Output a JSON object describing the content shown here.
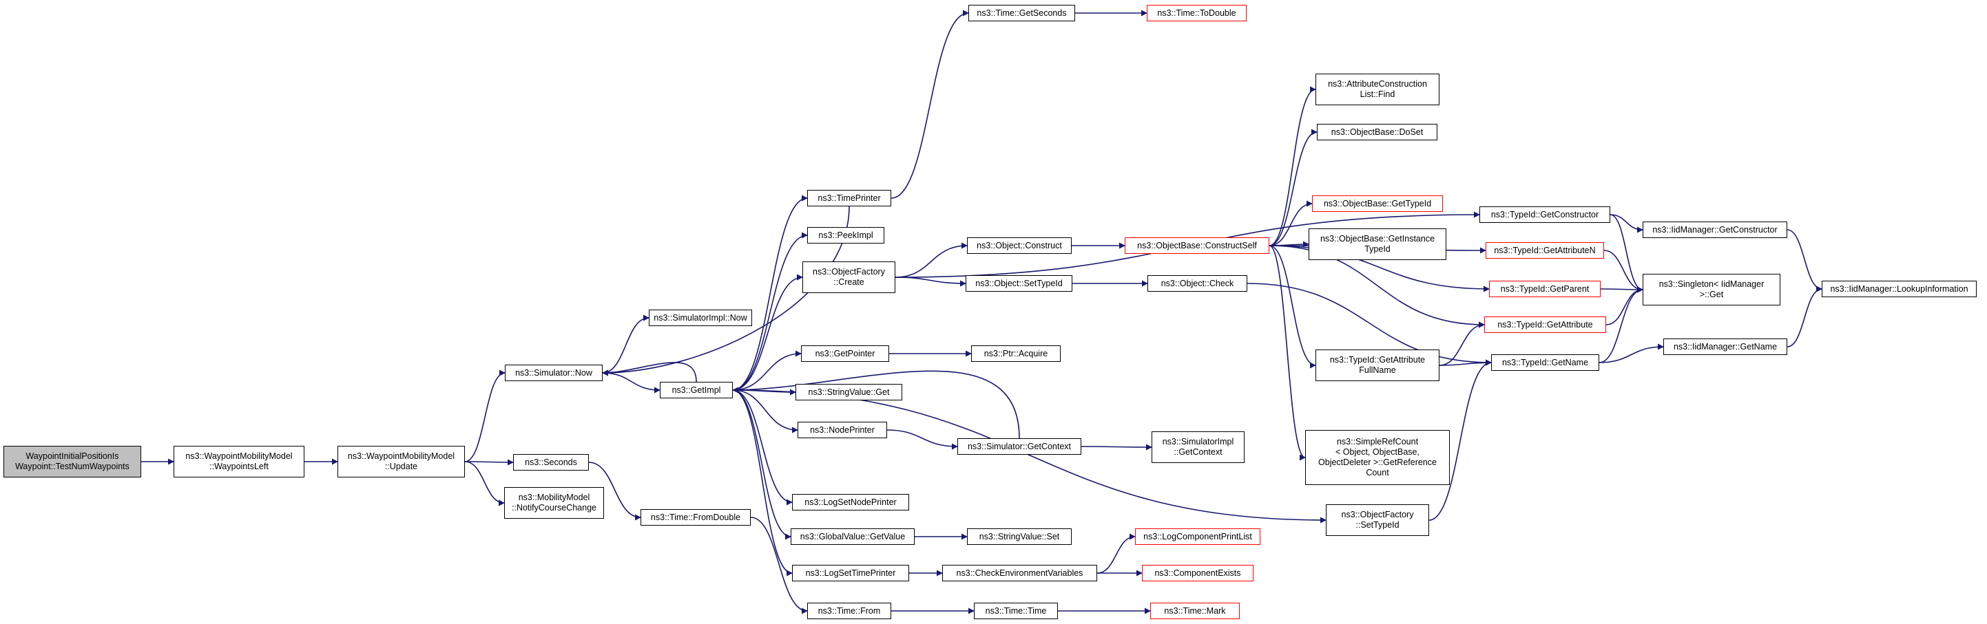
{
  "graph": {
    "nodes": [
      {
        "id": "root",
        "label": "WaypointInitialPositionIs\nWaypoint::TestNumWaypoints",
        "style": "root"
      },
      {
        "id": "wpLeft",
        "label": "ns3::WaypointMobilityModel\n::WaypointsLeft",
        "style": "normal"
      },
      {
        "id": "wpUpdate",
        "label": "ns3::WaypointMobilityModel\n::Update",
        "style": "normal"
      },
      {
        "id": "simNow",
        "label": "ns3::Simulator::Now",
        "style": "normal"
      },
      {
        "id": "seconds",
        "label": "ns3::Seconds",
        "style": "normal"
      },
      {
        "id": "notify",
        "label": "ns3::MobilityModel\n::NotifyCourseChange",
        "style": "normal"
      },
      {
        "id": "simImplNow",
        "label": "ns3::SimulatorImpl::Now",
        "style": "normal"
      },
      {
        "id": "getImpl",
        "label": "ns3::GetImpl",
        "style": "normal"
      },
      {
        "id": "fromDouble",
        "label": "ns3::Time::FromDouble",
        "style": "normal"
      },
      {
        "id": "timePrinter",
        "label": "ns3::TimePrinter",
        "style": "normal"
      },
      {
        "id": "peekImpl",
        "label": "ns3::PeekImpl",
        "style": "normal"
      },
      {
        "id": "ofCreate",
        "label": "ns3::ObjectFactory\n::Create",
        "style": "normal"
      },
      {
        "id": "getPointer",
        "label": "ns3::GetPointer",
        "style": "normal"
      },
      {
        "id": "strValGet",
        "label": "ns3::StringValue::Get",
        "style": "normal"
      },
      {
        "id": "nodePrinter",
        "label": "ns3::NodePrinter",
        "style": "normal"
      },
      {
        "id": "logSetNode",
        "label": "ns3::LogSetNodePrinter",
        "style": "normal"
      },
      {
        "id": "gvGetValue",
        "label": "ns3::GlobalValue::GetValue",
        "style": "normal"
      },
      {
        "id": "logSetTime",
        "label": "ns3::LogSetTimePrinter",
        "style": "normal"
      },
      {
        "id": "timeFrom",
        "label": "ns3::Time::From",
        "style": "normal"
      },
      {
        "id": "getSeconds",
        "label": "ns3::Time::GetSeconds",
        "style": "normal"
      },
      {
        "id": "toDouble",
        "label": "ns3::Time::ToDouble",
        "style": "red"
      },
      {
        "id": "objConstruct",
        "label": "ns3::Object::Construct",
        "style": "normal"
      },
      {
        "id": "objSetTypeId",
        "label": "ns3::Object::SetTypeId",
        "style": "normal"
      },
      {
        "id": "ptrAcquire",
        "label": "ns3::Ptr::Acquire",
        "style": "normal"
      },
      {
        "id": "simGetContext",
        "label": "ns3::Simulator::GetContext",
        "style": "normal"
      },
      {
        "id": "strValSet",
        "label": "ns3::StringValue::Set",
        "style": "normal"
      },
      {
        "id": "checkEnv",
        "label": "ns3::CheckEnvironmentVariables",
        "style": "normal"
      },
      {
        "id": "timeTime",
        "label": "ns3::Time::Time",
        "style": "normal"
      },
      {
        "id": "timeMark",
        "label": "ns3::Time::Mark",
        "style": "red"
      },
      {
        "id": "constructSelf",
        "label": "ns3::ObjectBase::ConstructSelf",
        "style": "red"
      },
      {
        "id": "objCheck",
        "label": "ns3::Object::Check",
        "style": "normal"
      },
      {
        "id": "simImplGetCtx",
        "label": "ns3::SimulatorImpl\n::GetContext",
        "style": "normal"
      },
      {
        "id": "logCompPrint",
        "label": "ns3::LogComponentPrintList",
        "style": "red"
      },
      {
        "id": "compExists",
        "label": "ns3::ComponentExists",
        "style": "red"
      },
      {
        "id": "attrFind",
        "label": "ns3::AttributeConstruction\nList::Find",
        "style": "normal"
      },
      {
        "id": "doSet",
        "label": "ns3::ObjectBase::DoSet",
        "style": "normal"
      },
      {
        "id": "obGetTypeId",
        "label": "ns3::ObjectBase::GetTypeId",
        "style": "red"
      },
      {
        "id": "obGetInstance",
        "label": "ns3::ObjectBase::GetInstance\nTypeId",
        "style": "normal"
      },
      {
        "id": "tidGetAttrFull",
        "label": "ns3::TypeId::GetAttribute\nFullName",
        "style": "normal"
      },
      {
        "id": "refCount",
        "label": "ns3::SimpleRefCount\n< Object, ObjectBase,\nObjectDeleter >::GetReference\nCount",
        "style": "normal"
      },
      {
        "id": "ofSetTypeId",
        "label": "ns3::ObjectFactory\n::SetTypeId",
        "style": "normal"
      },
      {
        "id": "tidGetCtor",
        "label": "ns3::TypeId::GetConstructor",
        "style": "normal"
      },
      {
        "id": "tidGetAttrN",
        "label": "ns3::TypeId::GetAttributeN",
        "style": "red"
      },
      {
        "id": "tidGetParent",
        "label": "ns3::TypeId::GetParent",
        "style": "red"
      },
      {
        "id": "tidGetAttr",
        "label": "ns3::TypeId::GetAttribute",
        "style": "red"
      },
      {
        "id": "tidGetName",
        "label": "ns3::TypeId::GetName",
        "style": "normal"
      },
      {
        "id": "iidGetCtor",
        "label": "ns3::IidManager::GetConstructor",
        "style": "normal"
      },
      {
        "id": "singletonGet",
        "label": "ns3::Singleton< IidManager\n>::Get",
        "style": "normal"
      },
      {
        "id": "iidGetName",
        "label": "ns3::IidManager::GetName",
        "style": "normal"
      },
      {
        "id": "lookupInfo",
        "label": "ns3::IidManager::LookupInformation",
        "style": "normal"
      }
    ],
    "edges": [
      [
        "root",
        "wpLeft"
      ],
      [
        "wpLeft",
        "wpUpdate"
      ],
      [
        "wpUpdate",
        "simNow"
      ],
      [
        "wpUpdate",
        "seconds"
      ],
      [
        "wpUpdate",
        "notify"
      ],
      [
        "simNow",
        "simImplNow"
      ],
      [
        "simNow",
        "getImpl"
      ],
      [
        "seconds",
        "fromDouble"
      ],
      [
        "getImpl",
        "timePrinter"
      ],
      [
        "getImpl",
        "peekImpl"
      ],
      [
        "getImpl",
        "ofCreate"
      ],
      [
        "getImpl",
        "getPointer"
      ],
      [
        "getImpl",
        "strValGet"
      ],
      [
        "getImpl",
        "nodePrinter"
      ],
      [
        "getImpl",
        "logSetNode"
      ],
      [
        "getImpl",
        "gvGetValue"
      ],
      [
        "getImpl",
        "logSetTime"
      ],
      [
        "getImpl",
        "simNow"
      ],
      [
        "getImpl",
        "ofSetTypeId"
      ],
      [
        "fromDouble",
        "timeFrom"
      ],
      [
        "timePrinter",
        "getSeconds"
      ],
      [
        "timePrinter",
        "simNow"
      ],
      [
        "getSeconds",
        "toDouble"
      ],
      [
        "ofCreate",
        "objConstruct"
      ],
      [
        "ofCreate",
        "objSetTypeId"
      ],
      [
        "ofCreate",
        "tidGetCtor"
      ],
      [
        "getPointer",
        "ptrAcquire"
      ],
      [
        "nodePrinter",
        "simGetContext"
      ],
      [
        "simGetContext",
        "getImpl"
      ],
      [
        "simGetContext",
        "simImplGetCtx"
      ],
      [
        "gvGetValue",
        "strValSet"
      ],
      [
        "logSetTime",
        "checkEnv"
      ],
      [
        "checkEnv",
        "logCompPrint"
      ],
      [
        "checkEnv",
        "compExists"
      ],
      [
        "timeFrom",
        "timeTime"
      ],
      [
        "timeTime",
        "timeMark"
      ],
      [
        "objConstruct",
        "constructSelf"
      ],
      [
        "objSetTypeId",
        "objCheck"
      ],
      [
        "objCheck",
        "tidGetName"
      ],
      [
        "constructSelf",
        "attrFind"
      ],
      [
        "constructSelf",
        "doSet"
      ],
      [
        "constructSelf",
        "obGetTypeId"
      ],
      [
        "constructSelf",
        "obGetInstance"
      ],
      [
        "constructSelf",
        "tidGetAttrFull"
      ],
      [
        "constructSelf",
        "refCount"
      ],
      [
        "constructSelf",
        "tidGetParent"
      ],
      [
        "constructSelf",
        "tidGetAttr"
      ],
      [
        "constructSelf",
        "tidGetAttrN"
      ],
      [
        "tidGetAttrFull",
        "tidGetAttr"
      ],
      [
        "tidGetAttrFull",
        "tidGetName"
      ],
      [
        "ofSetTypeId",
        "tidGetName"
      ],
      [
        "tidGetCtor",
        "iidGetCtor"
      ],
      [
        "tidGetCtor",
        "singletonGet"
      ],
      [
        "tidGetAttrN",
        "singletonGet"
      ],
      [
        "tidGetParent",
        "singletonGet"
      ],
      [
        "tidGetAttr",
        "singletonGet"
      ],
      [
        "tidGetName",
        "singletonGet"
      ],
      [
        "tidGetName",
        "iidGetName"
      ],
      [
        "iidGetCtor",
        "lookupInfo"
      ],
      [
        "iidGetName",
        "lookupInfo"
      ]
    ]
  }
}
